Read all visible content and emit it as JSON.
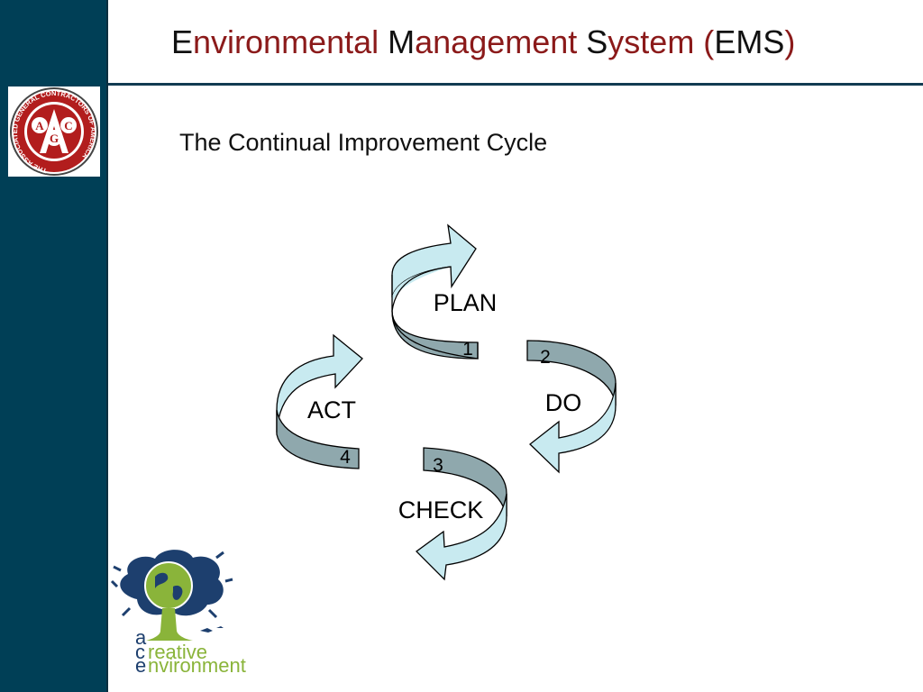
{
  "header": {
    "title_parts": [
      {
        "cap": "E",
        "rest": "nvironmental "
      },
      {
        "cap": "M",
        "rest": "anagement "
      },
      {
        "cap": "S",
        "rest": "ystem ("
      },
      {
        "cap": "EMS",
        "rest": ")"
      }
    ]
  },
  "subtitle": "The Continual Improvement Cycle",
  "cycle": {
    "steps": [
      {
        "label": "PLAN",
        "number": "1"
      },
      {
        "label": "DO",
        "number": "2"
      },
      {
        "label": "CHECK",
        "number": "3"
      },
      {
        "label": "ACT",
        "number": "4"
      }
    ]
  },
  "logos": {
    "agc_seal_text": "THE ASSOCIATED GENERAL CONTRACTORS OF AMERICA",
    "agc_letters": [
      "A",
      "G",
      "C"
    ],
    "ace_letters": [
      "a",
      "c",
      "e"
    ],
    "ace_words": [
      "reative",
      "nvironment"
    ]
  },
  "colors": {
    "sidebar": "#003f56",
    "title_accent": "#8b1a1a",
    "arrow_light": "#c8eaf0",
    "arrow_dark": "#8fa8ad",
    "ace_blue": "#1d3f6e",
    "ace_green": "#8ab43a"
  }
}
